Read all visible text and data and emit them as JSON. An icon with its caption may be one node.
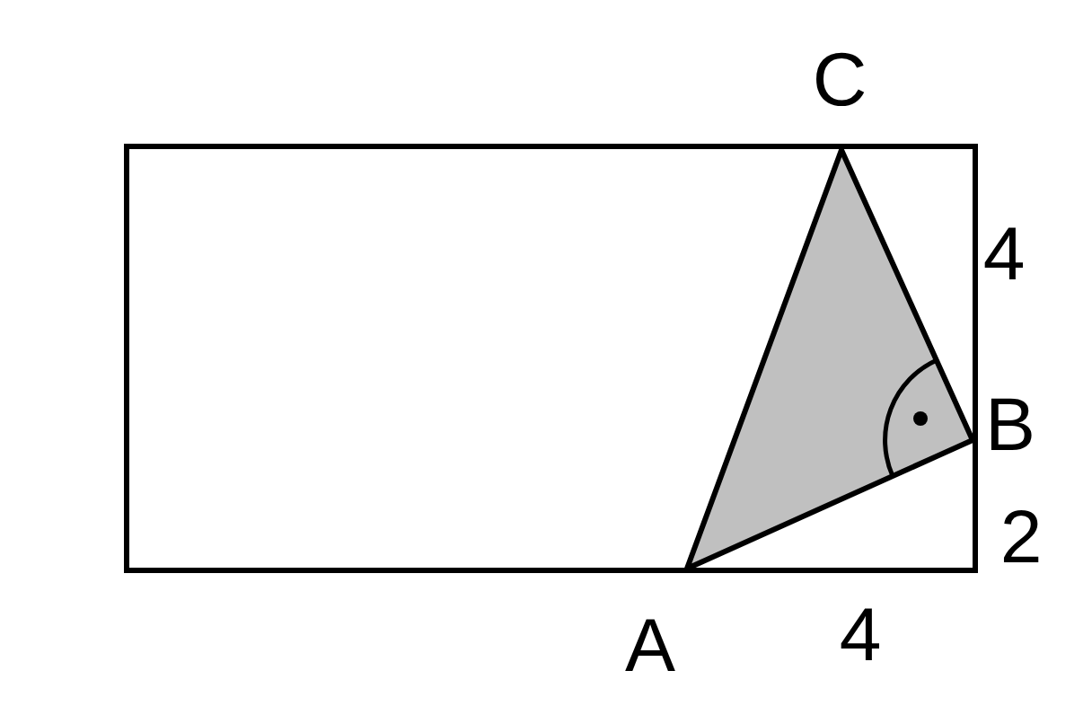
{
  "diagram": {
    "labels": [
      "C",
      "4",
      "B",
      "2",
      "A",
      "4"
    ]
  }
}
